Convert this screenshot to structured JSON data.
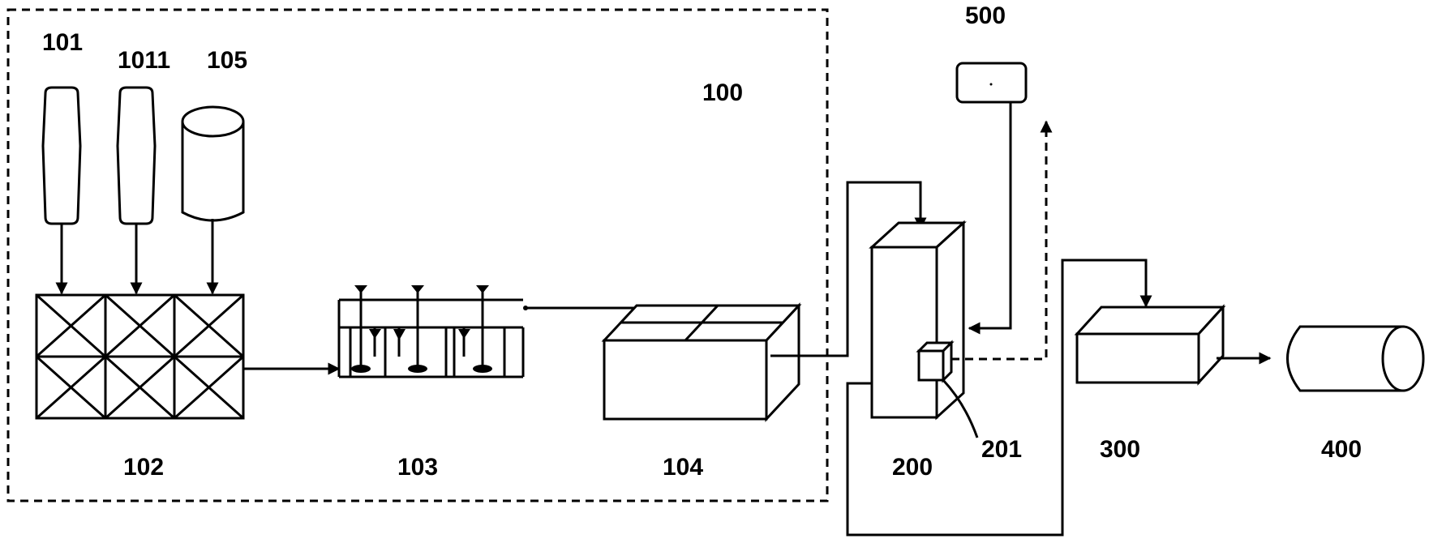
{
  "labels": {
    "l101": "101",
    "l1011": "1011",
    "l105": "105",
    "l100": "100",
    "l102": "102",
    "l103": "103",
    "l104": "104",
    "l200": "200",
    "l201": "201",
    "l300": "300",
    "l400": "400",
    "l500": "500"
  }
}
